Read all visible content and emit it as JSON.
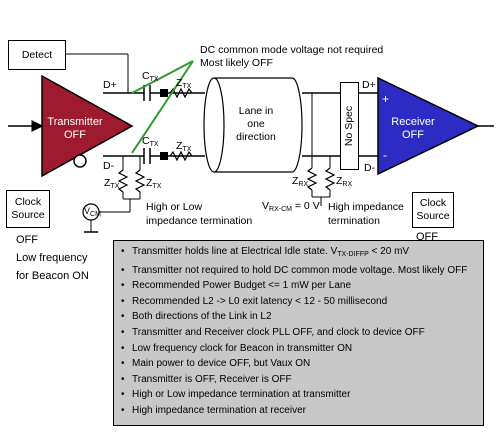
{
  "detect_label": "Detect",
  "transmitter": {
    "line1": "Transmitter",
    "line2": "OFF"
  },
  "receiver": {
    "line1": "Receiver",
    "line2": "OFF"
  },
  "callout": {
    "line1": "DC common mode voltage not required",
    "line2": "Most likely OFF"
  },
  "pins": {
    "d_plus": "D+",
    "d_minus": "D-",
    "plus": "+",
    "minus": "-"
  },
  "components": {
    "ctx_base": "C",
    "ctx_sub": "TX",
    "ztx_base": "Z",
    "ztx_sub": "TX",
    "zrx_base": "Z",
    "zrx_sub": "RX",
    "vcm_base": "V",
    "vcm_sub": "CM"
  },
  "lane": {
    "line1": "Lane in",
    "line2": "one",
    "line3": "direction"
  },
  "no_spec": "No Spec",
  "tx_termination": {
    "line1": "High or Low",
    "line2": "impedance termination"
  },
  "rx_termination": {
    "line1": "High impedance",
    "line2": "termination"
  },
  "vrx_cm": {
    "base": "V",
    "sub": "RX-CM",
    "rest": " = 0 V"
  },
  "clock_source_left": {
    "line1": "Clock",
    "line2": "Source"
  },
  "clock_source_right": {
    "line1": "Clock",
    "line2": "Source"
  },
  "left_status": {
    "line1": "OFF",
    "line2": "Low frequency",
    "line3": "for Beacon ON"
  },
  "right_status": "OFF",
  "notes": {
    "idle_prefix": "Transmitter holds line at Electrical Idle state. V",
    "idle_sub": "TX-DIFFP",
    "idle_suffix": " < 20 mV",
    "items": [
      "Transmitter not required to hold DC common mode voltage. Most likely OFF",
      "Recommended Power Budget <= 1 mW per Lane",
      "Recommended L2 -> L0 exit latency < 12 - 50 millisecond",
      "Both directions of the Link in L2",
      "Transmitter and Receiver clock PLL OFF, and clock to device OFF",
      "Low frequency clock for Beacon in transmitter ON",
      "Main power to device OFF, but Vaux ON",
      "Transmitter is OFF, Receiver is OFF",
      "High or Low impedance termination at transmitter",
      "High impedance termination at receiver"
    ]
  },
  "colors": {
    "transmitter": "#9e1b2f",
    "receiver": "#2c2cc4",
    "callout_line": "#2e9a2e",
    "notes_bg": "#c8c8c8"
  }
}
